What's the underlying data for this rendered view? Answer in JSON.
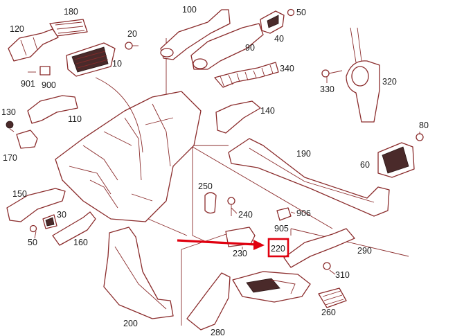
{
  "diagram": {
    "part_labels": {
      "p100": "100",
      "p180": "180",
      "p120": "120",
      "p20": "20",
      "p10": "10",
      "p50a": "50",
      "p40": "40",
      "p90": "90",
      "p340": "340",
      "p330": "330",
      "p320": "320",
      "p901": "901",
      "p900": "900",
      "p130": "130",
      "p110": "110",
      "p140": "140",
      "p80": "80",
      "p170": "170",
      "p190": "190",
      "p60": "60",
      "p250": "250",
      "p150": "150",
      "p240": "240",
      "p906": "906",
      "p30": "30",
      "p905": "905",
      "p50b": "50",
      "p160": "160",
      "p220": "220",
      "p290": "290",
      "p230": "230",
      "p310": "310",
      "p200": "200",
      "p260": "260",
      "p280": "280"
    },
    "highlighted_part": "220",
    "colors": {
      "line": "#8a2b2b",
      "highlight": "#e0000f",
      "text": "#1a1a1a"
    }
  }
}
